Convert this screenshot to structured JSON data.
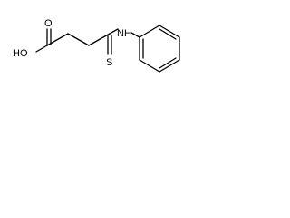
{
  "labels": {
    "oxygen_top": "O",
    "hydroxyl": "HO",
    "amine": "NH",
    "sulfur": "S"
  }
}
